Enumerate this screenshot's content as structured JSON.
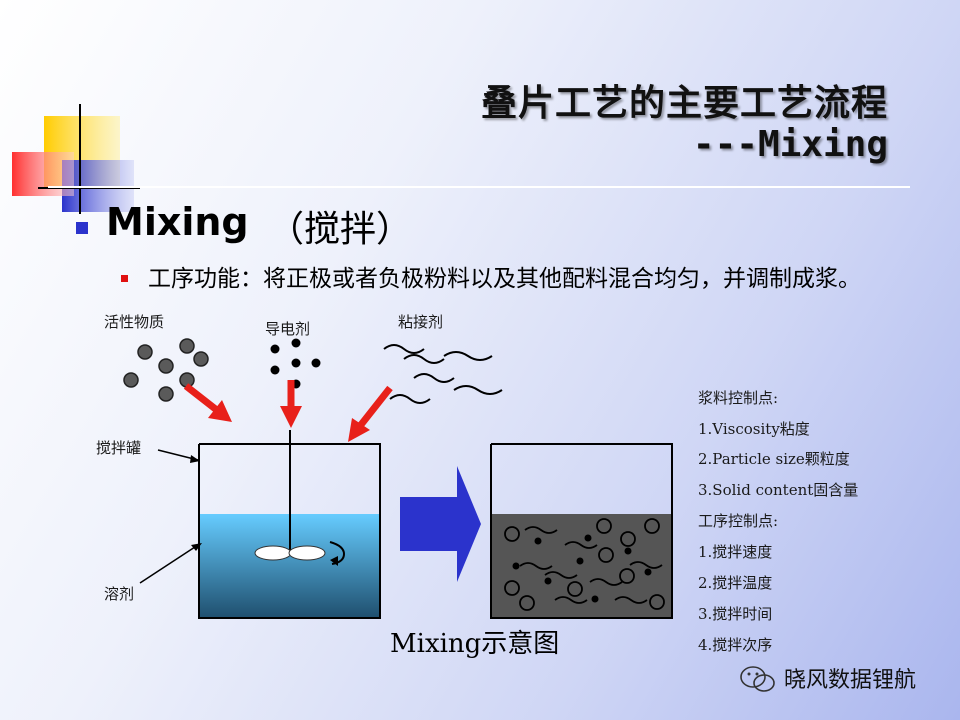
{
  "title": {
    "line1": "叠片工艺的主要工艺流程",
    "line2": "---Mixing"
  },
  "heading": {
    "text": "Mixing",
    "paren": "（搅拌）"
  },
  "description": "工序功能：将正极或者负极粉料以及其他配料混合均匀，并调制成浆。",
  "diagram": {
    "labels": {
      "active_material": "活性物质",
      "conductive_agent": "导电剂",
      "binder": "粘接剂",
      "tank": "搅拌罐",
      "solvent": "溶剂"
    },
    "caption": "Mixing示意图"
  },
  "control_points": {
    "slurry_title": "浆料控制点:",
    "slurry_items": [
      "1.Viscosity粘度",
      "2.Particle size颗粒度",
      "3.Solid content固含量"
    ],
    "process_title": "工序控制点:",
    "process_items": [
      "1.搅拌速度",
      "2.搅拌温度",
      "3.搅拌时间",
      "4.搅拌次序"
    ]
  },
  "watermark": {
    "brand": "晓风数据锂航"
  },
  "colors": {
    "accent_bullet": "#2b33cc",
    "sub_bullet": "#e01010",
    "arrow_red": "#e8201a",
    "big_arrow": "#2b33cc",
    "liquid_top": "#66ccff",
    "liquid_bottom": "#1f4f6e",
    "slurry": "#555555"
  }
}
